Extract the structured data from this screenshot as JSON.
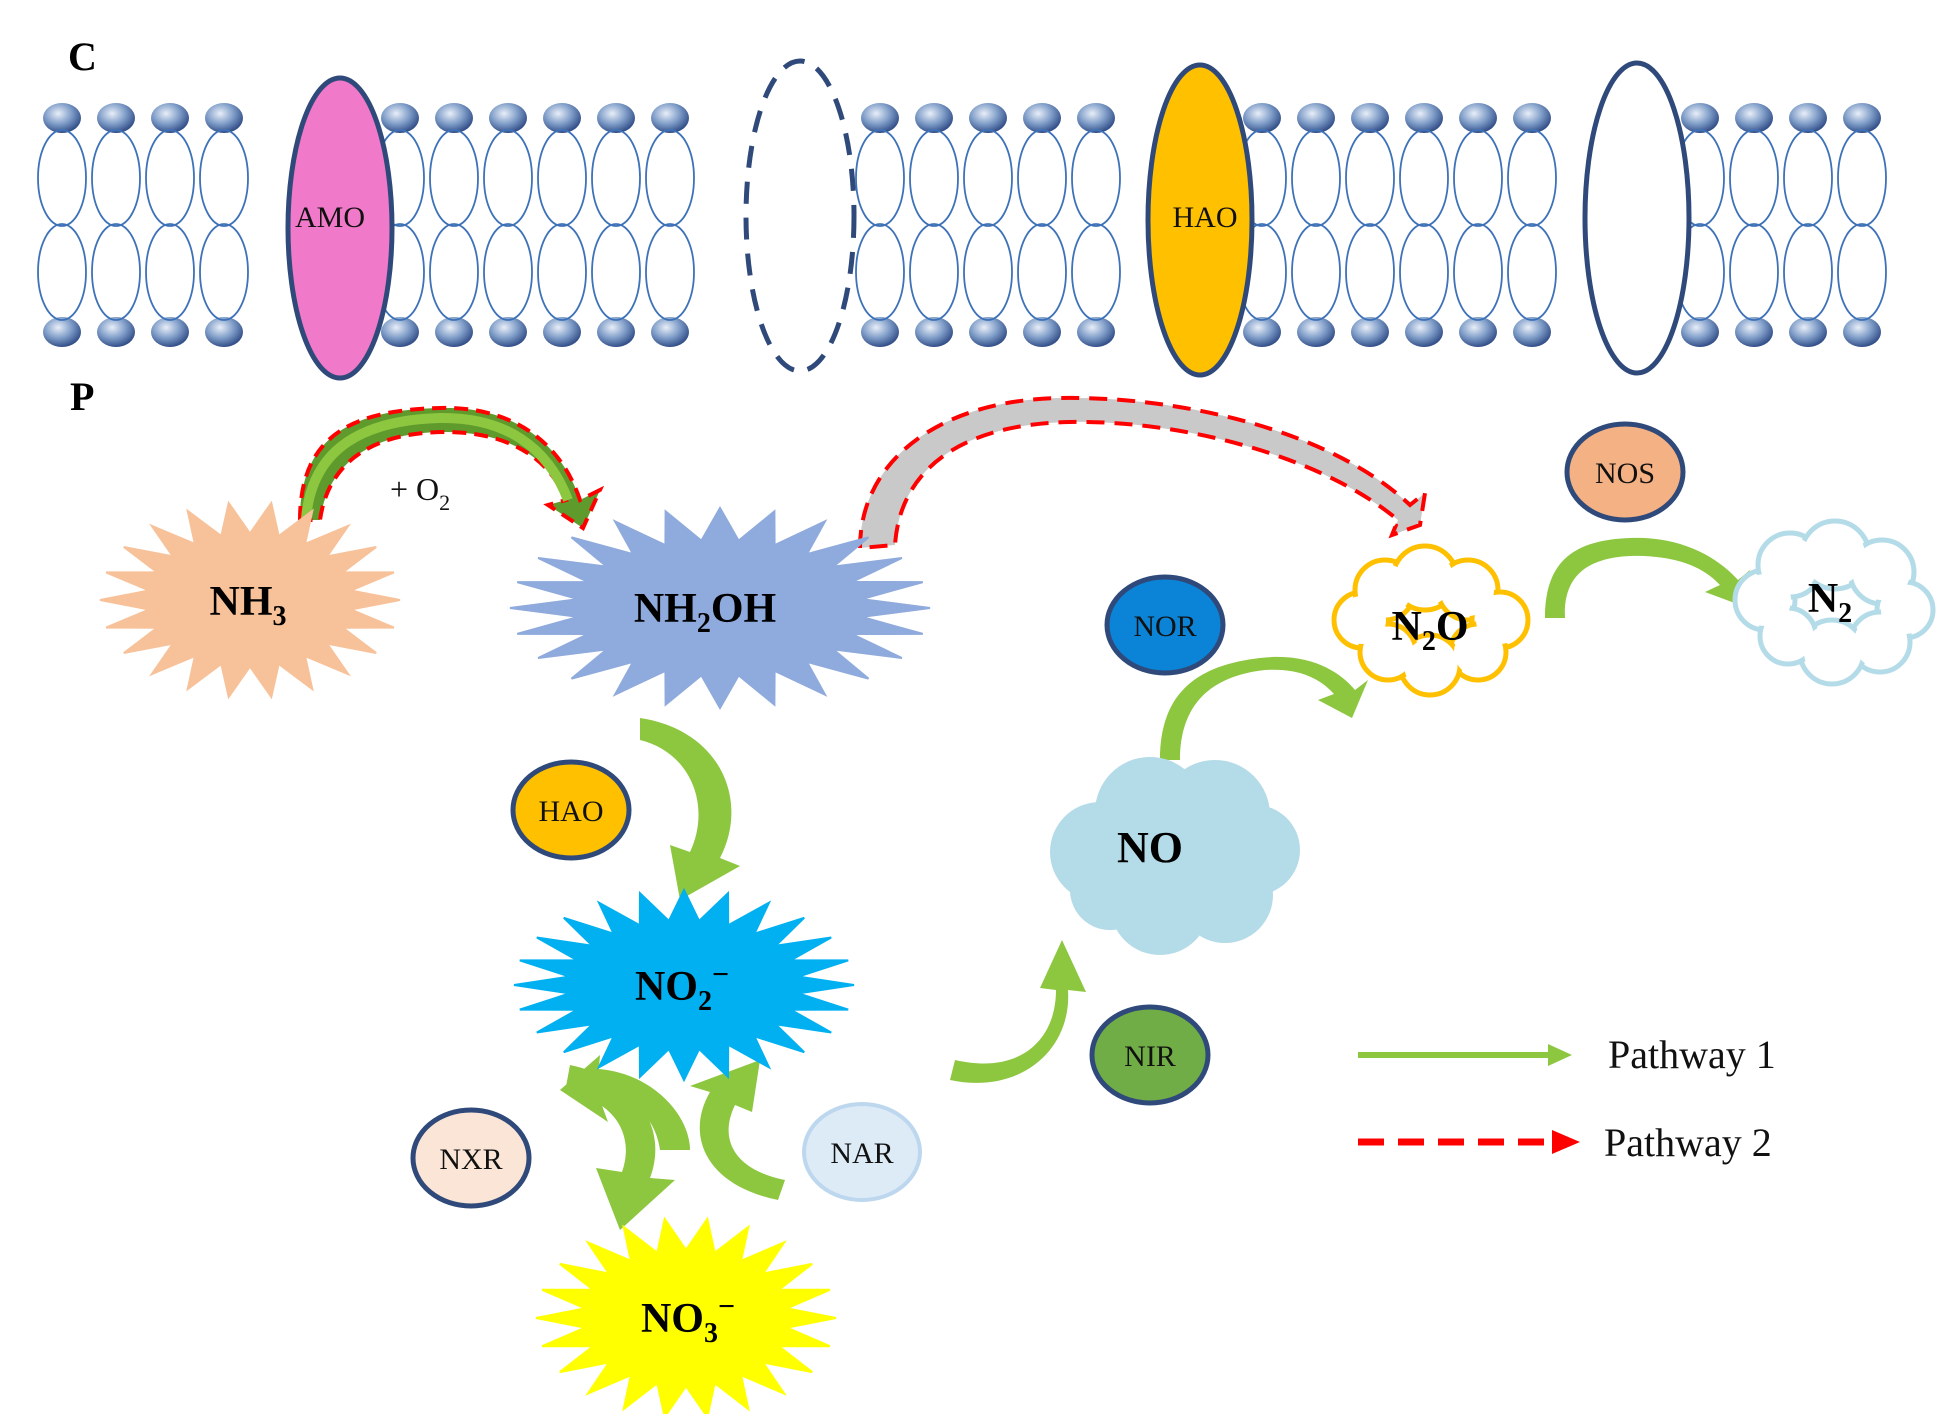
{
  "labels": {
    "cytoplasm": "C",
    "periplasm": "P",
    "plus_o2": "+ O",
    "plus_o2_sub": "2"
  },
  "membrane_proteins": {
    "amo": "AMO",
    "hao": "HAO"
  },
  "compounds": {
    "nh3": {
      "main": "NH",
      "sub": "3"
    },
    "nh2oh": {
      "a": "NH",
      "sub": "2",
      "b": "OH"
    },
    "no2": {
      "main": "NO",
      "sub": "2",
      "sup": "−"
    },
    "no3": {
      "main": "NO",
      "sub": "3",
      "sup": "−"
    },
    "no": {
      "main": "NO"
    },
    "n2o": {
      "a": "N",
      "sub": "2",
      "b": "O"
    },
    "n2": {
      "main": "N",
      "sub": "2"
    }
  },
  "enzymes": {
    "hao": "HAO",
    "nxr": "NXR",
    "nar": "NAR",
    "nir": "NIR",
    "nor": "NOR",
    "nos": "NOS"
  },
  "legend": {
    "pathway1": "Pathway 1",
    "pathway2": "Pathway 2"
  },
  "colors": {
    "pathway1": "#8dc63f",
    "pathway2": "#ff0000",
    "amo": "#f07ac9",
    "hao": "#ffc000",
    "nh3_fill": "#f7c29a",
    "nh2oh_fill": "#8faadc",
    "no2_fill": "#00b0f0",
    "no3_fill": "#ffff00",
    "no_fill": "#b4dbe8",
    "nor_fill": "#0b84d8",
    "nir_fill": "#70ad47",
    "nos_fill": "#f4b183",
    "nxr_fill": "#fbe5d6",
    "nar_fill": "#ddebf7"
  }
}
